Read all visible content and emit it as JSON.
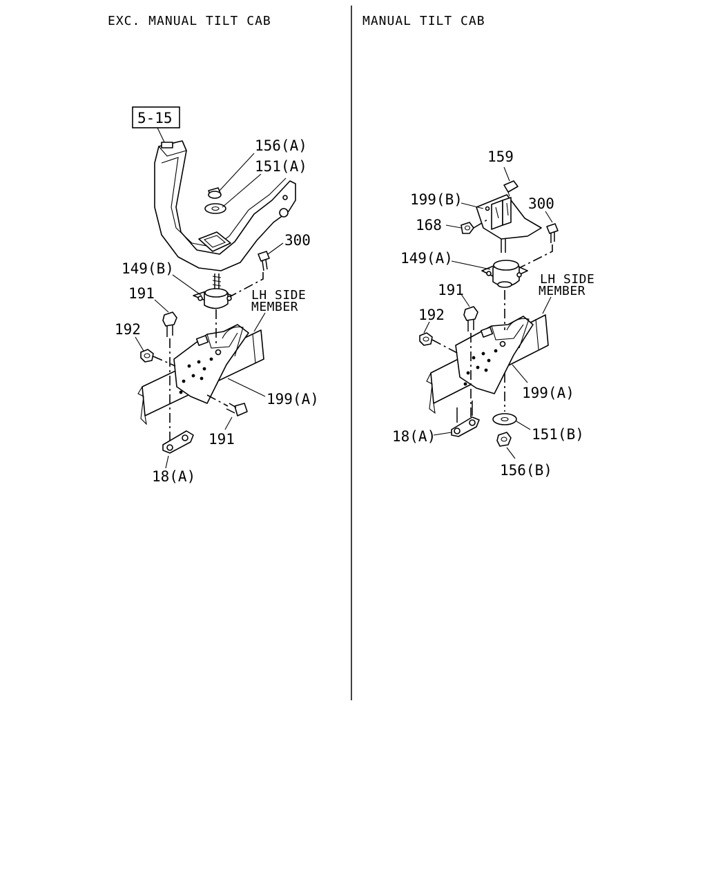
{
  "left": {
    "title": "EXC. MANUAL TILT CAB",
    "ref_box": "5-15",
    "labels": {
      "p156a": "156(A)",
      "p151a": "151(A)",
      "p300": "300",
      "p149b": "149(B)",
      "p191_top": "191",
      "p192": "192",
      "lh_side": "LH SIDE",
      "member": "MEMBER",
      "p199a": "199(A)",
      "p191_bottom": "191",
      "p18a": "18(A)"
    }
  },
  "right": {
    "title": "MANUAL TILT CAB",
    "labels": {
      "p159": "159",
      "p199b": "199(B)",
      "p300": "300",
      "p168": "168",
      "p149a": "149(A)",
      "lh_side": "LH SIDE",
      "member": "MEMBER",
      "p191": "191",
      "p192": "192",
      "p199a": "199(A)",
      "p18a": "18(A)",
      "p151b": "151(B)",
      "p156b": "156(B)"
    }
  }
}
